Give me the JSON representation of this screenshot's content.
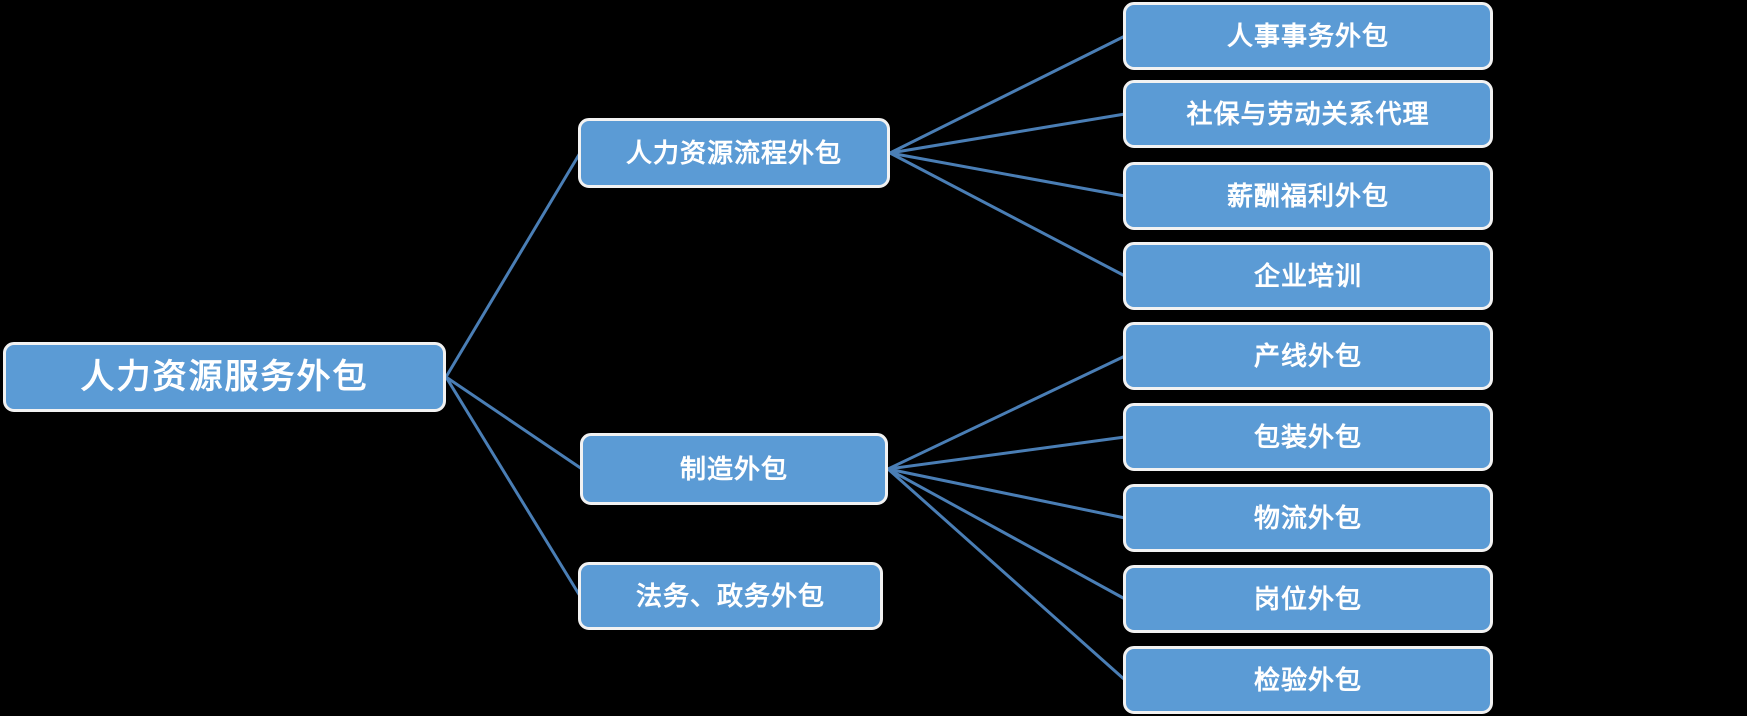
{
  "diagram": {
    "type": "mindmap-tree",
    "colors": {
      "background": "#000000",
      "node_fill": "#5b9bd5",
      "node_border": "#f2f2f2",
      "node_text": "#ffffff",
      "connector": "#4a7eb5"
    },
    "root": {
      "label": "人力资源服务外包"
    },
    "branches": [
      {
        "label": "人力资源流程外包",
        "children": [
          {
            "label": "人事事务外包"
          },
          {
            "label": "社保与劳动关系代理"
          },
          {
            "label": "薪酬福利外包"
          },
          {
            "label": "企业培训"
          }
        ]
      },
      {
        "label": "制造外包",
        "children": [
          {
            "label": "产线外包"
          },
          {
            "label": "包装外包"
          },
          {
            "label": "物流外包"
          },
          {
            "label": "岗位外包"
          },
          {
            "label": "检验外包"
          }
        ]
      },
      {
        "label": "法务、政务外包",
        "children": []
      }
    ]
  }
}
